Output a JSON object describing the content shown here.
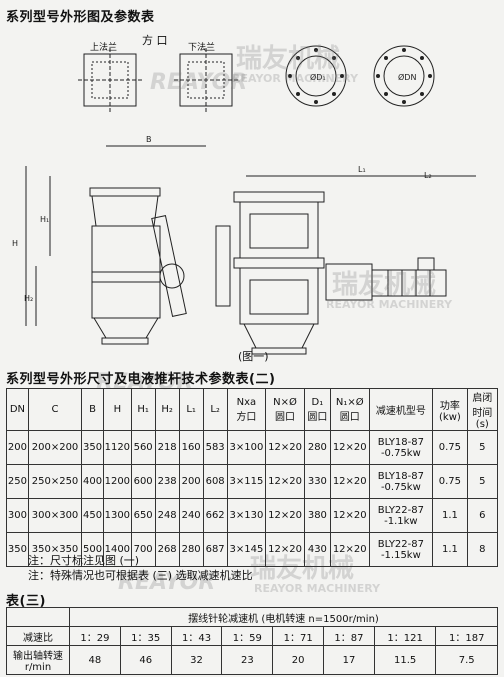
{
  "section_title": "系列型号外形图及参数表",
  "drawing": {
    "label_square_port": "方 口",
    "label_upper_flange": "上法兰",
    "label_lower_flange": "下法兰",
    "figure_caption": "(图一)"
  },
  "watermark": {
    "brand_cn": "瑞友机械",
    "brand_en": "REAYOR MACHINERY",
    "logo": "REAYOR"
  },
  "table1": {
    "title": "系列型号外形尺寸及电液推杆技术参数表(二)",
    "headers": {
      "dn": "DN",
      "c": "C",
      "b": "B",
      "h": "H",
      "h1": "H₁",
      "h2": "H₂",
      "l1": "L₁",
      "l2": "L₂",
      "nxa": "Nxa",
      "nxa_sub": "方口",
      "nphi": "N×Ø",
      "nphi_sub": "圆口",
      "d1": "D₁",
      "d1_sub": "圆口",
      "n1phi": "N₁×Ø",
      "n1phi_sub": "圆口",
      "reducer": "减速机型号",
      "power": "功率",
      "power_unit": "(kw)",
      "open_time": "启闭",
      "open_time_2": "时间",
      "open_time_unit": "(s)"
    },
    "rows": [
      {
        "dn": "200",
        "c": "200×200",
        "b": "350",
        "h": "1120",
        "h1": "560",
        "h2": "218",
        "l1": "160",
        "l2": "583",
        "nxa": "3×100",
        "nphi": "12×20",
        "d1": "280",
        "n1phi": "12×20",
        "reducer_1": "BLY18-87",
        "reducer_2": "-0.75kw",
        "power": "0.75",
        "time": "5"
      },
      {
        "dn": "250",
        "c": "250×250",
        "b": "400",
        "h": "1200",
        "h1": "600",
        "h2": "238",
        "l1": "200",
        "l2": "608",
        "nxa": "3×115",
        "nphi": "12×20",
        "d1": "330",
        "n1phi": "12×20",
        "reducer_1": "BLY18-87",
        "reducer_2": "-0.75kw",
        "power": "0.75",
        "time": "5"
      },
      {
        "dn": "300",
        "c": "300×300",
        "b": "450",
        "h": "1300",
        "h1": "650",
        "h2": "248",
        "l1": "240",
        "l2": "662",
        "nxa": "3×130",
        "nphi": "12×20",
        "d1": "380",
        "n1phi": "12×20",
        "reducer_1": "BLY22-87",
        "reducer_2": "-1.1kw",
        "power": "1.1",
        "time": "6"
      },
      {
        "dn": "350",
        "c": "350×350",
        "b": "500",
        "h": "1400",
        "h1": "700",
        "h2": "268",
        "l1": "280",
        "l2": "687",
        "nxa": "3×145",
        "nphi": "12×20",
        "d1": "430",
        "n1phi": "12×20",
        "reducer_1": "BLY22-87",
        "reducer_2": "-1.15kw",
        "power": "1.1",
        "time": "8"
      }
    ]
  },
  "notes": {
    "note1": "注：尺寸标注见图 (一)",
    "note2": "注：特殊情况也可根据表 (三) 选取减速机速比"
  },
  "table3": {
    "title": "表(三)",
    "header": "摆线针轮减速机 (电机转速 n=1500r/min)",
    "ratio_label": "减速比",
    "speed_label_1": "输出轴转速",
    "speed_label_2": "r/min",
    "ratios": [
      "1：29",
      "1：35",
      "1：43",
      "1：59",
      "1：71",
      "1：87",
      "1：121",
      "1：187"
    ],
    "speeds": [
      "48",
      "46",
      "32",
      "23",
      "20",
      "17",
      "11.5",
      "7.5"
    ]
  }
}
